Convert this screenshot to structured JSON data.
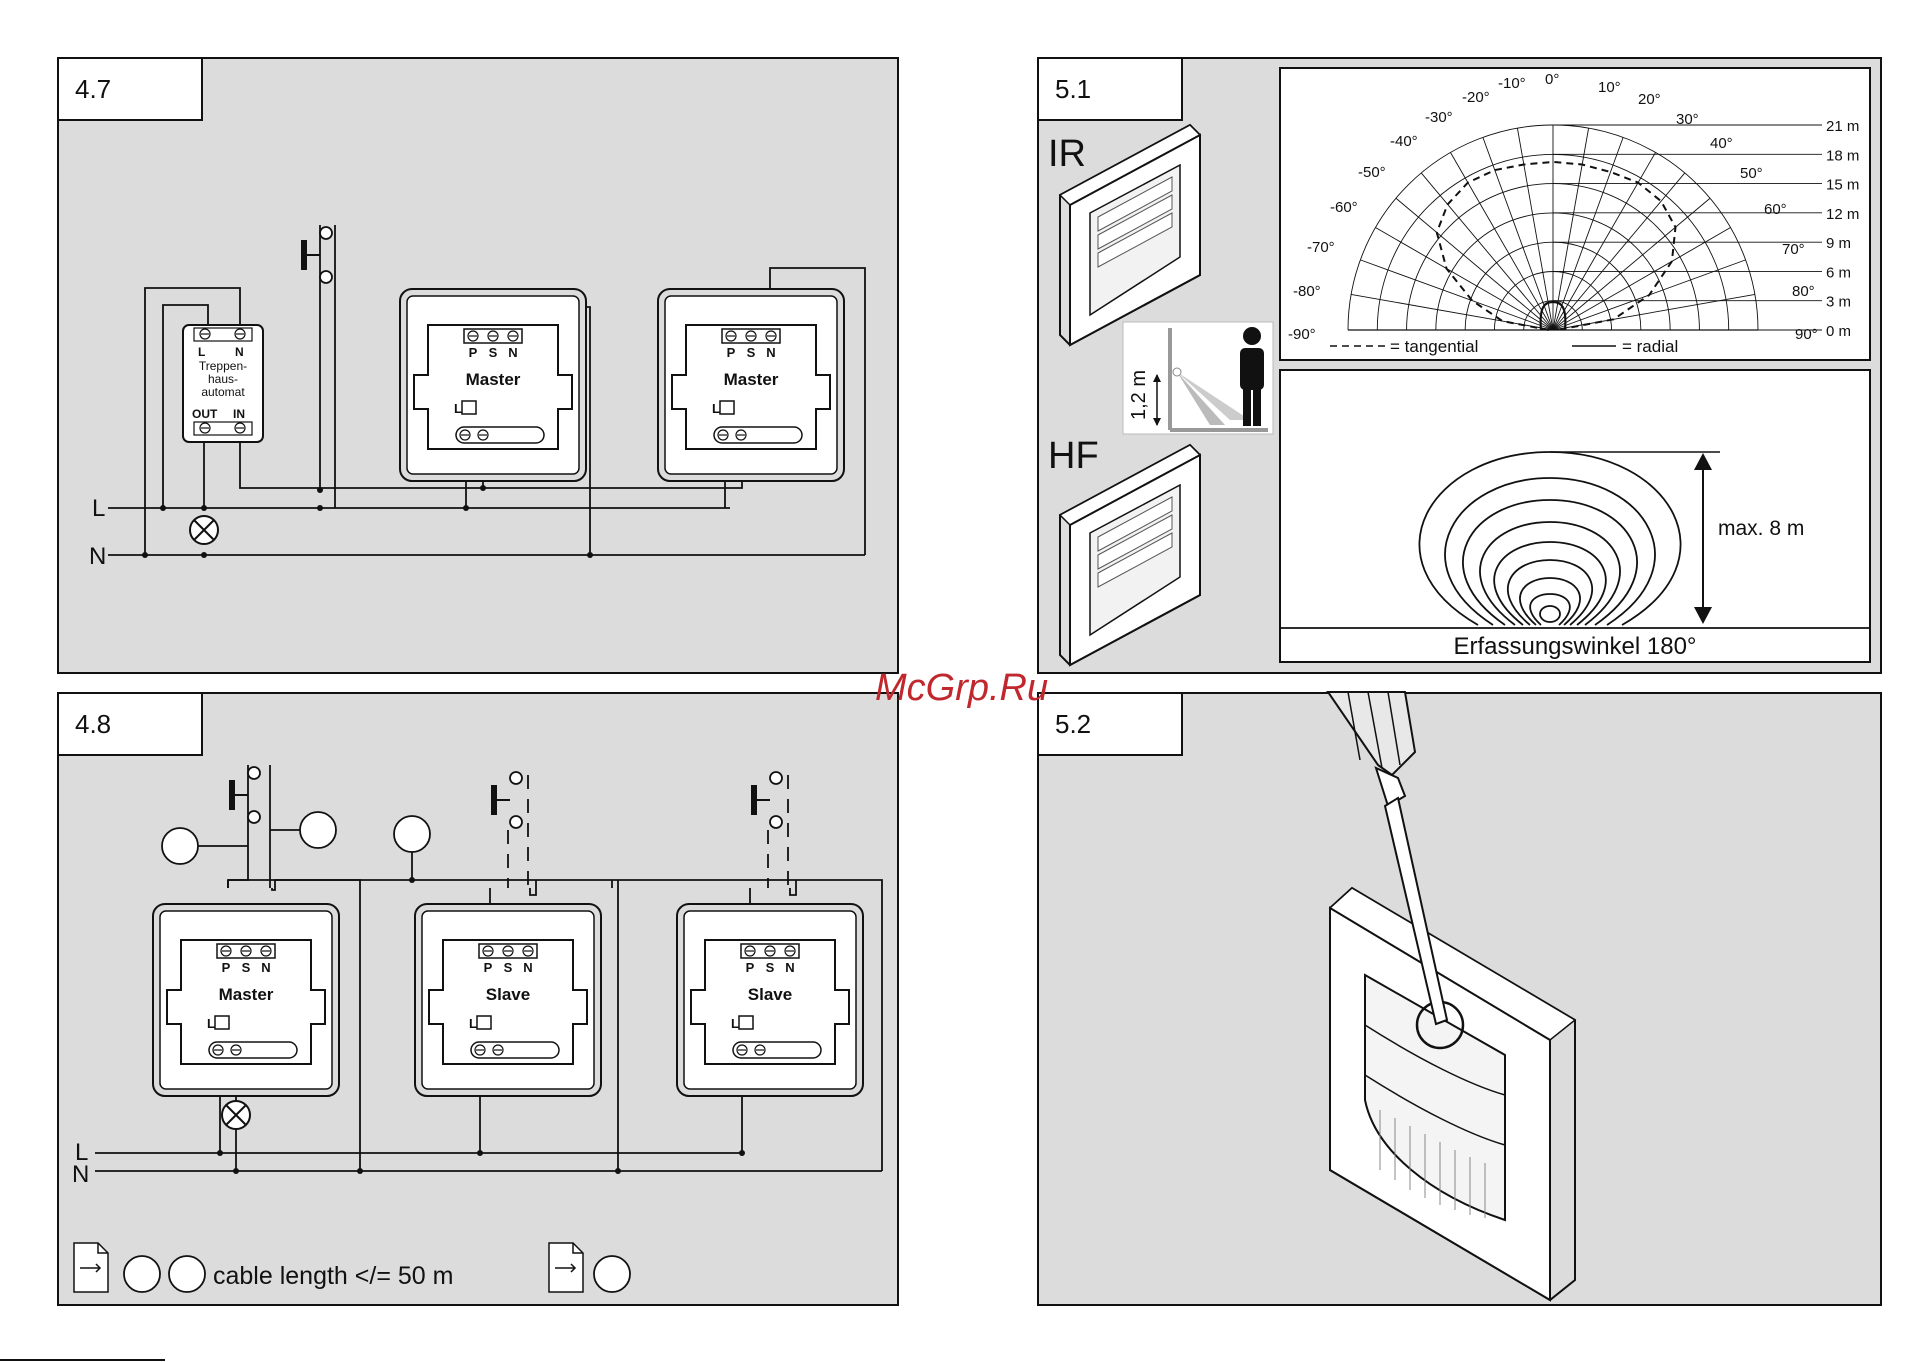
{
  "watermark": "McGrp.Ru",
  "panels": {
    "p47": {
      "label": "4.7"
    },
    "p48": {
      "label": "4.8"
    },
    "p51": {
      "label": "5.1"
    },
    "p52": {
      "label": "5.2"
    }
  },
  "wiring": {
    "L": "L",
    "N": "N",
    "terminals_top": [
      "P",
      "S",
      "N"
    ],
    "terminal_L": "L",
    "master": "Master",
    "slave": "Slave",
    "timer": {
      "top_L": "L",
      "top_N": "N",
      "name": [
        "Treppen-",
        "haus-",
        "automat"
      ],
      "out": "OUT",
      "in": "IN"
    }
  },
  "footer48": {
    "cable_text": "cable length </= 50 m"
  },
  "sensor": {
    "ir": "IR",
    "hf": "HF",
    "height": "1,2 m",
    "angles_left": [
      "-10°",
      "-20°",
      "-30°",
      "-40°",
      "-50°",
      "-60°",
      "-70°",
      "-80°",
      "-90°"
    ],
    "angles_right": [
      "0°",
      "10°",
      "20°",
      "30°",
      "40°",
      "50°",
      "60°",
      "70°",
      "80°",
      "90°"
    ],
    "distances": [
      "21 m",
      "18 m",
      "15 m",
      "12 m",
      "9 m",
      "6 m",
      "3 m",
      "0 m"
    ],
    "legend_tangential": "= tangential",
    "legend_radial": "= radial",
    "hf_max": "max. 8 m",
    "hf_angle": "Erfassungswinkel 180°"
  },
  "colors": {
    "panel_bg": "#dcdcdc",
    "line": "#111111",
    "watermark": "#c0282d"
  }
}
